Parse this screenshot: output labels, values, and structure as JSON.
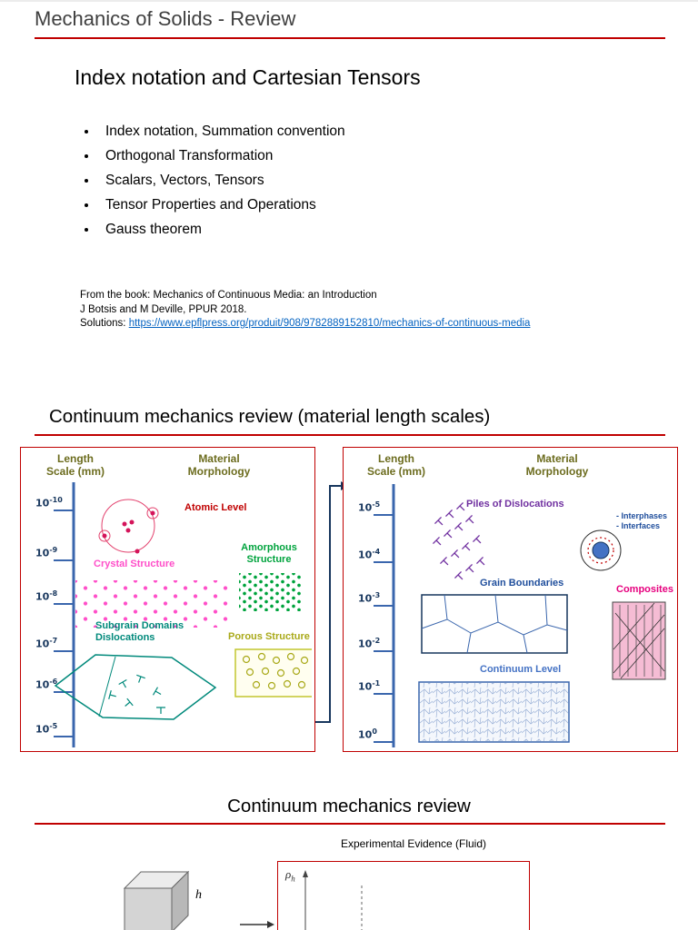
{
  "colors": {
    "accent_red": "#c00000",
    "link_blue": "#0563c1",
    "scale_navy": "#17365d",
    "scale_bar_blue": "#3a66ad",
    "header_olive": "#6c6c1e",
    "atomic_red": "#c00000",
    "crystal_pink": "#ff4fc9",
    "amorphous_green": "#00a33d",
    "subgrain_teal": "#00897b",
    "porous_olive": "#a9a919",
    "dislocations_purple": "#7030a0",
    "grain_blue": "#1f4e9c",
    "continuum_blue": "#4472c4",
    "composites_magenta": "#e6007e"
  },
  "header": {
    "title": "Mechanics of Solids - Review"
  },
  "slide_index": {
    "title": "Index notation and Cartesian Tensors",
    "bullets": [
      "Index notation, Summation convention",
      "Orthogonal Transformation",
      "Scalars, Vectors, Tensors",
      "Tensor Properties and Operations",
      "Gauss theorem"
    ],
    "source_line1": "From the book: Mechanics of Continuous Media: an Introduction",
    "source_line2": "J Botsis and M Deville, PPUR 2018.",
    "source_line3_prefix": "Solutions: ",
    "source_link": "https://www.epflpress.org/produit/908/9782889152810/mechanics-of-continuous-media"
  },
  "slide_scales": {
    "title": "Continuum mechanics review (material length scales)",
    "left_panel": {
      "length_header": "Length\nScale (mm)",
      "morphology_header": "Material\nMorphology",
      "scale_labels": [
        {
          "base": "10",
          "exp": "-10"
        },
        {
          "base": "10",
          "exp": "-9"
        },
        {
          "base": "10",
          "exp": "-8"
        },
        {
          "base": "10",
          "exp": "-7"
        },
        {
          "base": "10",
          "exp": "-6"
        },
        {
          "base": "10",
          "exp": "-5"
        }
      ],
      "atomic_label": "Atomic Level",
      "crystal_label": "Crystal Structure",
      "amorphous_label": "Amorphous\nStructure",
      "subgrain_label": "Subgrain Domains\nDislocations",
      "porous_label": "Porous Structure"
    },
    "right_panel": {
      "length_header": "Length\nScale (mm)",
      "morphology_header": "Material\nMorphology",
      "scale_labels": [
        {
          "base": "10",
          "exp": "-5"
        },
        {
          "base": "10",
          "exp": "-4"
        },
        {
          "base": "10",
          "exp": "-3"
        },
        {
          "base": "10",
          "exp": "-2"
        },
        {
          "base": "10",
          "exp": "-1"
        },
        {
          "base": "10",
          "exp": "0"
        }
      ],
      "dislocations_label": "Piles of Dislocations",
      "interphases_label": "- Interphases\n- Interfaces",
      "grain_label": "Grain Boundaries",
      "composites_label": "Composites",
      "continuum_label": "Continuum Level"
    }
  },
  "slide_review": {
    "title": "Continuum mechanics review",
    "subtitle": "Experimental Evidence (Fluid)",
    "cube_height_label": "h",
    "density_symbol": "ρ",
    "density_subscript": "h"
  }
}
